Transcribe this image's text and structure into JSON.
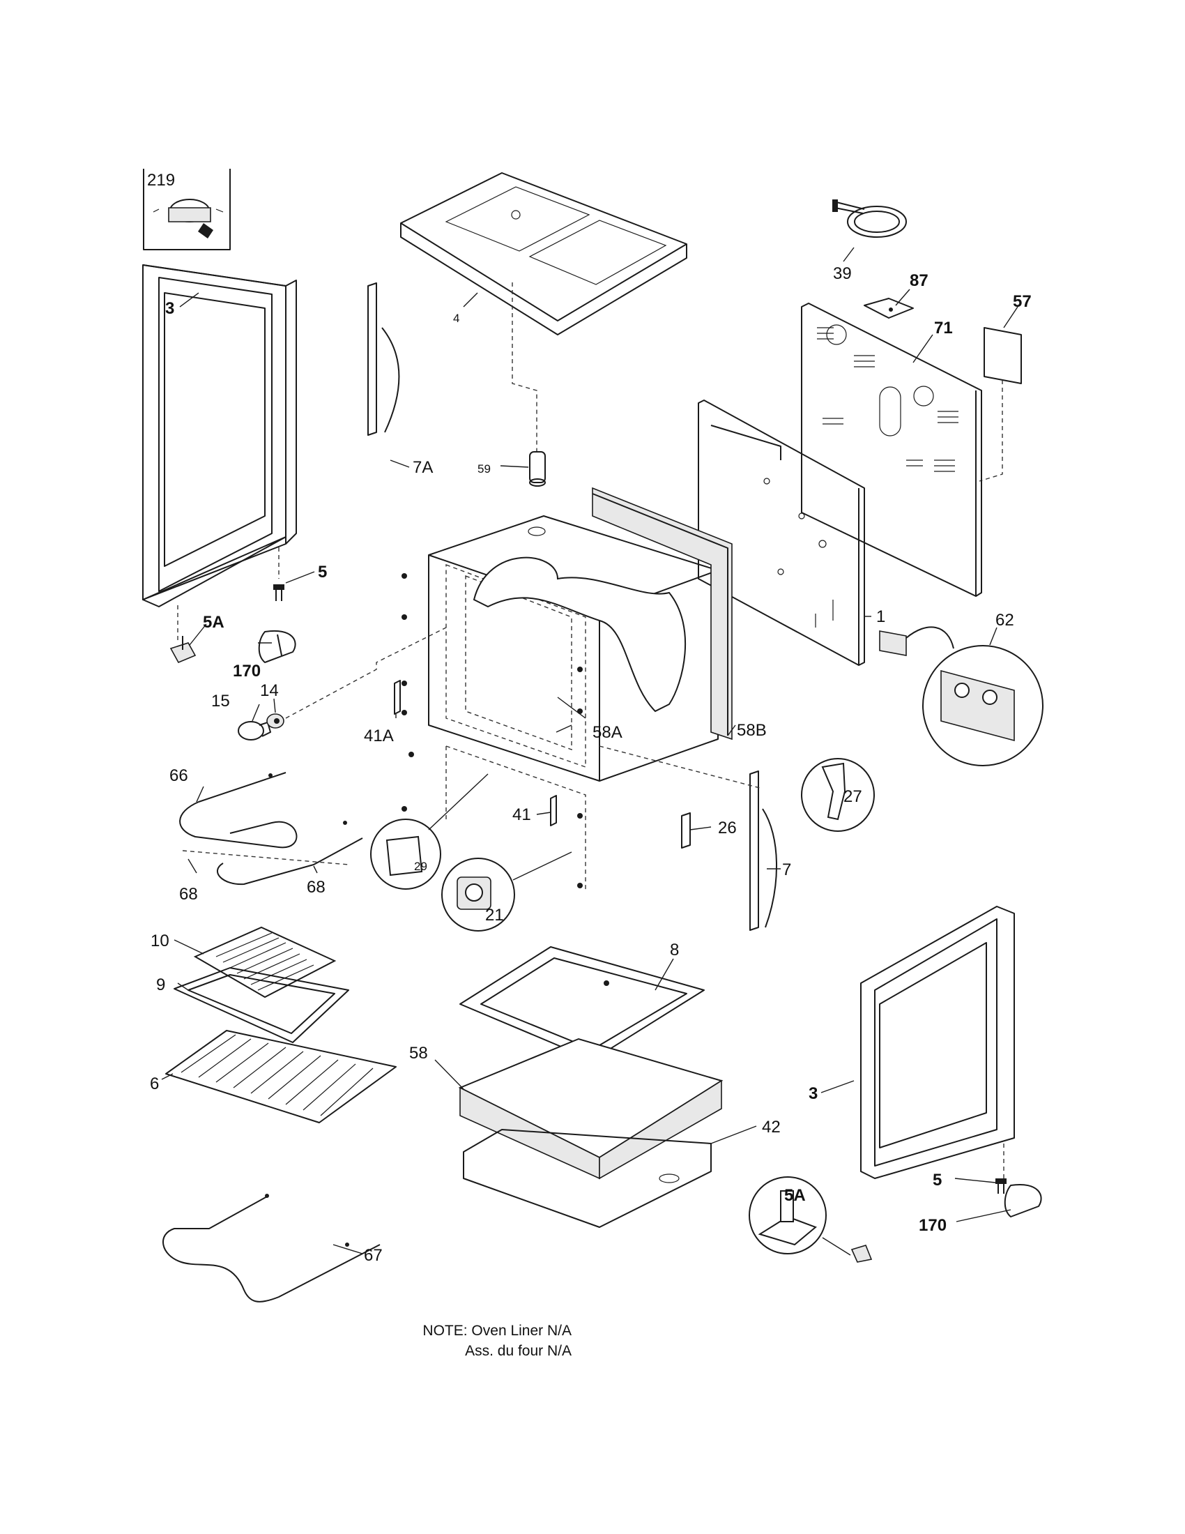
{
  "callouts": {
    "l219": "219",
    "l3a": "3",
    "l4": "4",
    "l39": "39",
    "l87": "87",
    "l57": "57",
    "l71": "71",
    "l7a": "7A",
    "l59": "59",
    "l5a": "5",
    "l5aa": "5A",
    "l170a": "170",
    "l15": "15",
    "l14": "14",
    "l1": "1",
    "l62": "62",
    "l41a": "41A",
    "l58a": "58A",
    "l58b": "58B",
    "l27": "27",
    "l66": "66",
    "l41": "41",
    "l29": "29",
    "l26": "26",
    "l68a": "68",
    "l68b": "68",
    "l21": "21",
    "l7": "7",
    "l10": "10",
    "l8": "8",
    "l9": "9",
    "l6": "6",
    "l58": "58",
    "l3b": "3",
    "l42": "42",
    "l5ab": "5A",
    "l5b": "5",
    "l170b": "170",
    "l67": "67"
  },
  "note": {
    "line1": "NOTE: Oven Liner N/A",
    "line2": "Ass. du four N/A"
  }
}
